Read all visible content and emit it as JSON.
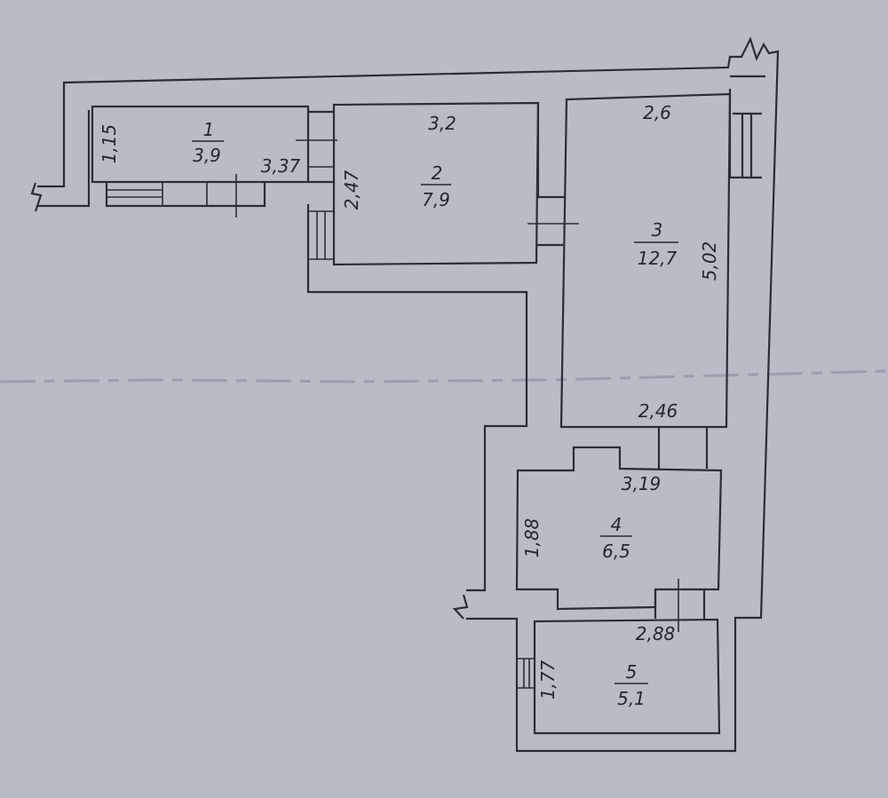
{
  "rooms": [
    {
      "number": "1",
      "area": "3,9"
    },
    {
      "number": "2",
      "area": "7,9"
    },
    {
      "number": "3",
      "area": "12,7"
    },
    {
      "number": "4",
      "area": "6,5"
    },
    {
      "number": "5",
      "area": "5,1"
    }
  ],
  "dimensions": {
    "r1_height": "1,15",
    "r1_width": "3,37",
    "r2_width": "3,2",
    "r2_height": "2,47",
    "r3_top": "2,6",
    "r3_height": "5,02",
    "r3_bottom": "2,46",
    "r4_width": "3,19",
    "r4_height": "1,88",
    "r5_width": "2,88",
    "r5_height": "1,77"
  },
  "colors": {
    "paper": "#b9bcc6",
    "ink": "#2a2d38"
  }
}
